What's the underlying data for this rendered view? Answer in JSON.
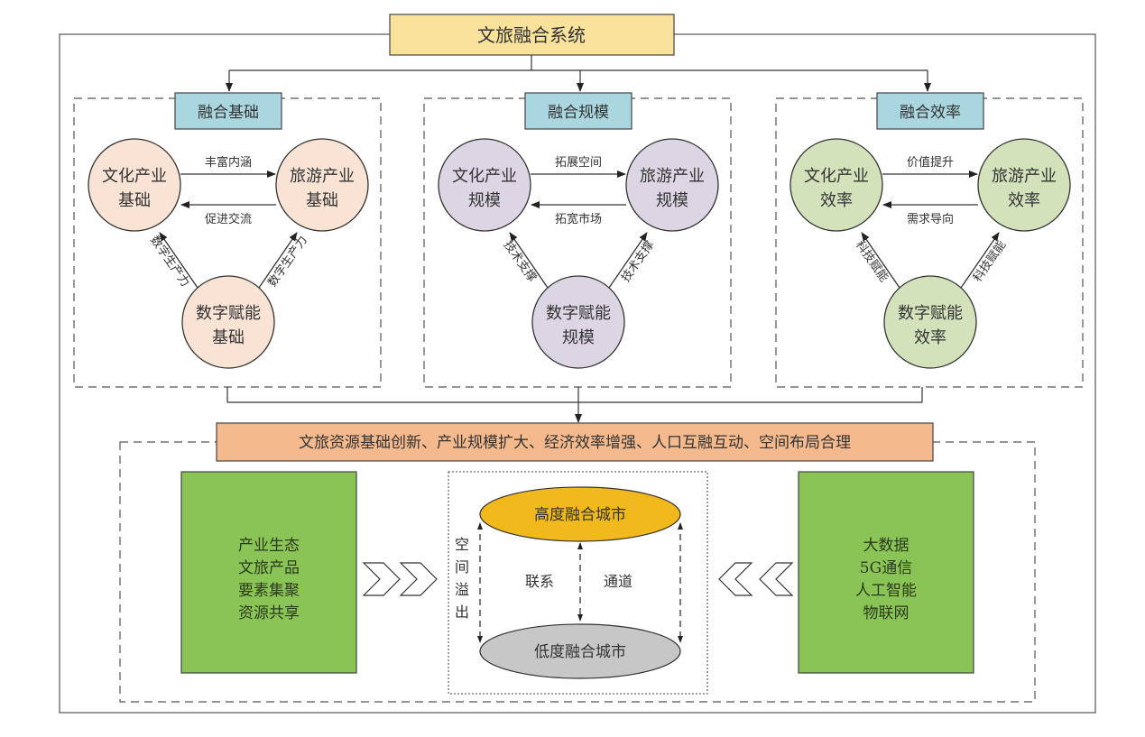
{
  "title": "文旅融合系统",
  "colors": {
    "title_box": "#f9e29c",
    "panel_label_box": "#a9d6df",
    "node_foundation": "#f8e3d5",
    "node_scale": "#dcd6e4",
    "node_efficiency": "#d4e2bc",
    "banner": "#f4b98d",
    "green_box": "#8bc456",
    "high_city": "#f2b91c",
    "low_city": "#c7c7c7"
  },
  "panels": [
    {
      "label": "融合基础",
      "nodes": {
        "culture": [
          "文化产业",
          "基础"
        ],
        "tourism": [
          "旅游产业",
          "基础"
        ],
        "digital": [
          "数字赋能",
          "基础"
        ]
      },
      "edges": {
        "forward": "丰富内涵",
        "backward": "促进交流",
        "left": "数字生产力",
        "right": "数字生产力"
      }
    },
    {
      "label": "融合规模",
      "nodes": {
        "culture": [
          "文化产业",
          "规模"
        ],
        "tourism": [
          "旅游产业",
          "规模"
        ],
        "digital": [
          "数字赋能",
          "规模"
        ]
      },
      "edges": {
        "forward": "拓展空间",
        "backward": "拓宽市场",
        "left": "技术支撑",
        "right": "技术支撑"
      }
    },
    {
      "label": "融合效率",
      "nodes": {
        "culture": [
          "文化产业",
          "效率"
        ],
        "tourism": [
          "旅游产业",
          "效率"
        ],
        "digital": [
          "数字赋能",
          "效率"
        ]
      },
      "edges": {
        "forward": "价值提升",
        "backward": "需求导向",
        "left": "科技赋能",
        "right": "科技赋能"
      }
    }
  ],
  "banner": "文旅资源基础创新、产业规模扩大、经济效率增强、人口互融互动、空间布局合理",
  "left_box": [
    "产业生态",
    "文旅产品",
    "要素集聚",
    "资源共享"
  ],
  "right_box": [
    "大数据",
    "5G通信",
    "人工智能",
    "物联网"
  ],
  "center": {
    "high_city": "高度融合城市",
    "low_city": "低度融合城市",
    "spillover": [
      "空",
      "间",
      "溢",
      "出"
    ],
    "link": "联系",
    "channel": "通道"
  }
}
